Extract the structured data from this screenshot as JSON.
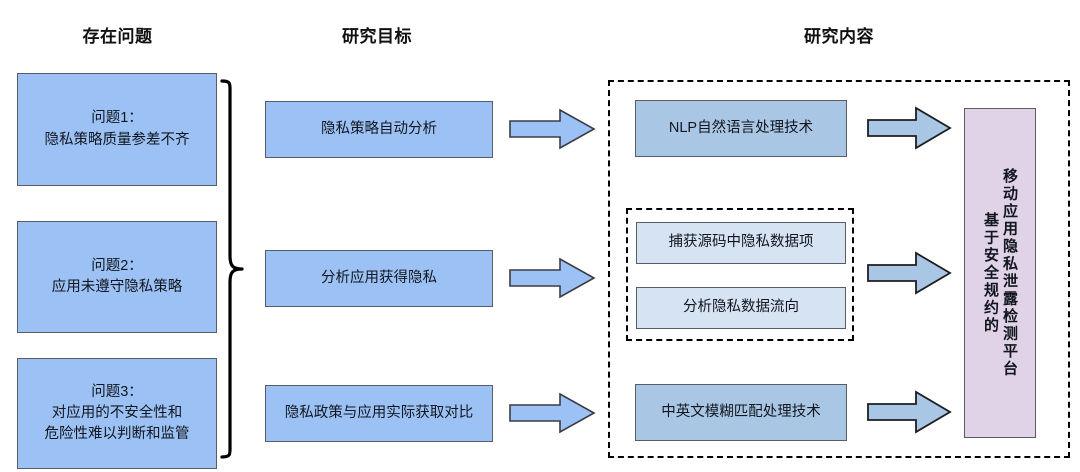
{
  "headings": {
    "problem": "存在问题",
    "goal": "研究目标",
    "content": "研究内容"
  },
  "problems": [
    {
      "label": "问题1：\n隐私策略质量参差不齐"
    },
    {
      "label": "问题2：\n应用未遵守隐私策略"
    },
    {
      "label": "问题3：\n对应用的不安全性和\n危险性难以判断和监管"
    }
  ],
  "goals": [
    {
      "label": "隐私策略自动分析"
    },
    {
      "label": "分析应用获得隐私"
    },
    {
      "label": "隐私政策与应用实际获取对比"
    }
  ],
  "content": {
    "items": [
      {
        "label": "NLP自然语言处理技术"
      },
      {
        "label": "捕获源码中隐私数据项"
      },
      {
        "label": "分析隐私数据流向"
      },
      {
        "label": "中英文模糊匹配处理技术"
      }
    ]
  },
  "platform": {
    "column_right": "移动应用隐私泄露检测平台",
    "column_left": "基于安全规约的"
  },
  "colors": {
    "box_blue": "#9CC2F5",
    "box_blue_mid": "#A9C7E4",
    "box_blue_light": "#D6E3F3",
    "box_pink": "#E0D3E8",
    "border_gray": "#5B5B66",
    "dash_black": "#000000",
    "text": "#11161F",
    "background": "#FFFFFF"
  }
}
